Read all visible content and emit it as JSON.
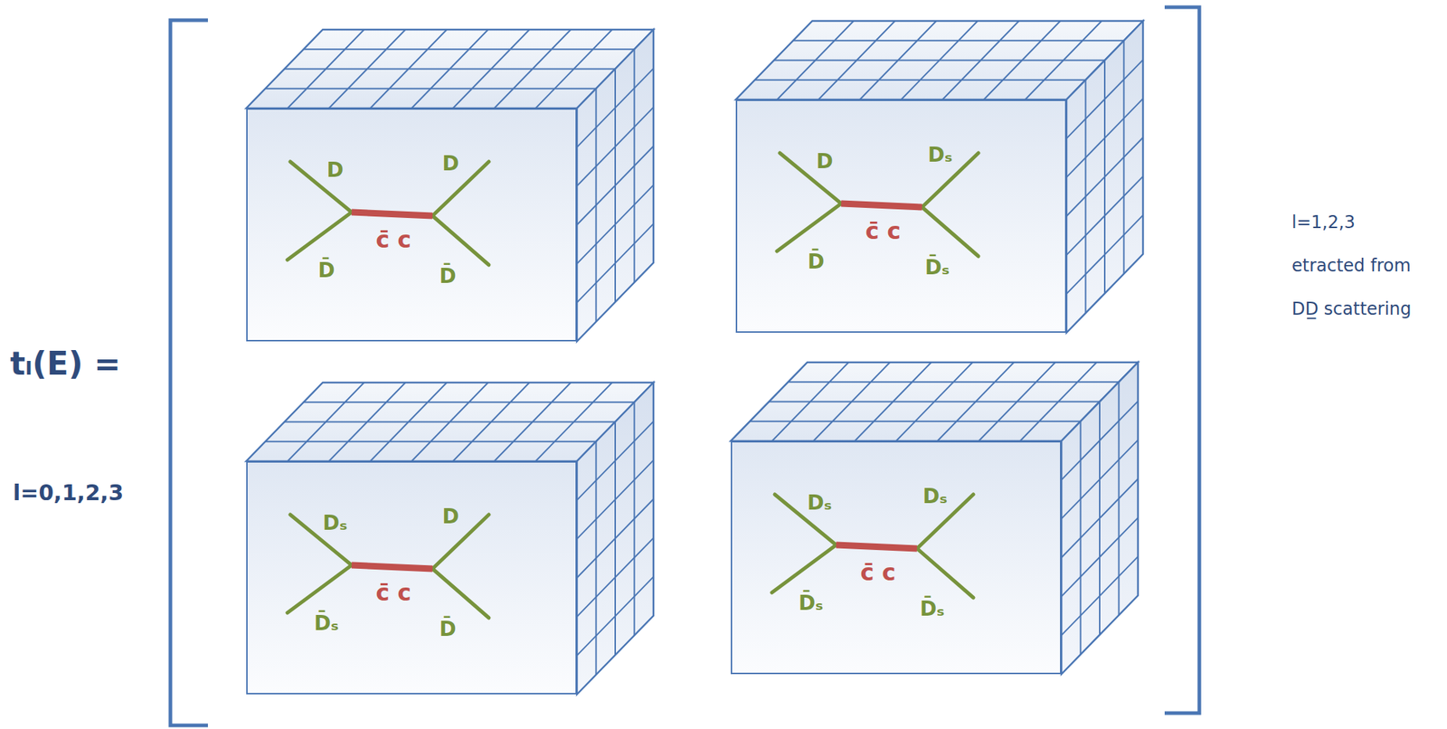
{
  "diagram": {
    "nodes": [
      {
        "text": [
          "D",
          "D",
          "c̄ c",
          "D̄",
          "D̄"
        ]
      },
      {
        "text": [
          "D",
          "Dₛ",
          "c̄ c",
          "D̄",
          "D̄ₛ"
        ]
      },
      {
        "text": [
          "Dₛ",
          "D",
          "c̄ c",
          "D̄ₛ",
          "D̄"
        ]
      },
      {
        "text": [
          "Dₛ",
          "Dₛ",
          "c̄ c",
          "D̄ₛ",
          "D̄ₛ"
        ]
      }
    ],
    "edges": [],
    "labels": [
      "tₗ(E) =",
      "l=0,1,2,3",
      "l=1,2,3",
      "etracted from",
      "DD̲ scattering"
    ]
  }
}
